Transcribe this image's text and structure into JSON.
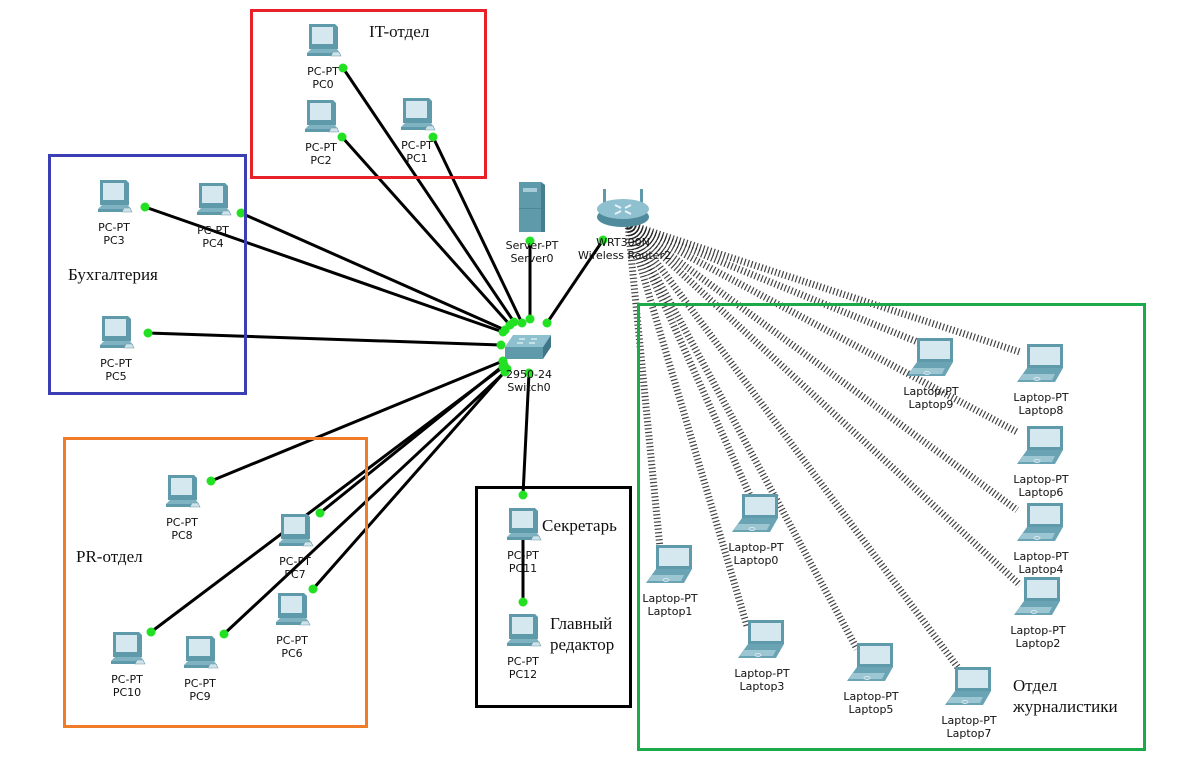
{
  "zones": [
    {
      "id": "it",
      "label": "IT-отдел",
      "color": "#e8202a"
    },
    {
      "id": "accounting",
      "label": "Бухгалтерия",
      "color": "#3b3fb3"
    },
    {
      "id": "pr",
      "label": "PR-отдел",
      "color": "#f07c2a"
    },
    {
      "id": "secretary",
      "label_secretary": "Секретарь",
      "label_editor": "Главный\nредактор",
      "color": "#000000"
    },
    {
      "id": "journalism",
      "label": "Отдел\nжурналистики",
      "color": "#1aaa4a"
    }
  ],
  "devices": {
    "pc0": {
      "model": "PC-PT",
      "name": "PC0"
    },
    "pc1": {
      "model": "PC-PT",
      "name": "PC1"
    },
    "pc2": {
      "model": "PC-PT",
      "name": "PC2"
    },
    "pc3": {
      "model": "PC-PT",
      "name": "PC3"
    },
    "pc4": {
      "model": "PC-PT",
      "name": "PC4"
    },
    "pc5": {
      "model": "PC-PT",
      "name": "PC5"
    },
    "pc6": {
      "model": "PC-PT",
      "name": "PC6"
    },
    "pc7": {
      "model": "PC-PT",
      "name": "PC7"
    },
    "pc8": {
      "model": "PC-PT",
      "name": "PC8"
    },
    "pc9": {
      "model": "PC-PT",
      "name": "PC9"
    },
    "pc10": {
      "model": "PC-PT",
      "name": "PC10"
    },
    "pc11": {
      "model": "PC-PT",
      "name": "PC11"
    },
    "pc12": {
      "model": "PC-PT",
      "name": "PC12"
    },
    "server0": {
      "model": "Server-PT",
      "name": "Server0"
    },
    "router2": {
      "model": "WRT300N",
      "name": "Wireless Router2"
    },
    "switch0": {
      "model": "2950-24",
      "name": "Switch0"
    },
    "laptop0": {
      "model": "Laptop-PT",
      "name": "Laptop0"
    },
    "laptop1": {
      "model": "Laptop-PT",
      "name": "Laptop1"
    },
    "laptop2": {
      "model": "Laptop-PT",
      "name": "Laptop2"
    },
    "laptop3": {
      "model": "Laptop-PT",
      "name": "Laptop3"
    },
    "laptop4": {
      "model": "Laptop-PT",
      "name": "Laptop4"
    },
    "laptop5": {
      "model": "Laptop-PT",
      "name": "Laptop5"
    },
    "laptop6": {
      "model": "Laptop-PT",
      "name": "Laptop6"
    },
    "laptop7": {
      "model": "Laptop-PT",
      "name": "Laptop7"
    },
    "laptop8": {
      "model": "Laptop-PT",
      "name": "Laptop8"
    },
    "laptop9": {
      "model": "Laptop-PT",
      "name": "Laptop9"
    }
  },
  "wired_links": [
    [
      "switch0",
      "pc0"
    ],
    [
      "switch0",
      "pc1"
    ],
    [
      "switch0",
      "pc2"
    ],
    [
      "switch0",
      "pc3"
    ],
    [
      "switch0",
      "pc4"
    ],
    [
      "switch0",
      "pc5"
    ],
    [
      "switch0",
      "pc6"
    ],
    [
      "switch0",
      "pc7"
    ],
    [
      "switch0",
      "pc8"
    ],
    [
      "switch0",
      "pc9"
    ],
    [
      "switch0",
      "pc10"
    ],
    [
      "switch0",
      "pc11"
    ],
    [
      "pc11",
      "pc12"
    ],
    [
      "switch0",
      "server0"
    ],
    [
      "switch0",
      "router2"
    ]
  ],
  "wireless_links": [
    [
      "router2",
      "laptop0"
    ],
    [
      "router2",
      "laptop1"
    ],
    [
      "router2",
      "laptop2"
    ],
    [
      "router2",
      "laptop3"
    ],
    [
      "router2",
      "laptop4"
    ],
    [
      "router2",
      "laptop5"
    ],
    [
      "router2",
      "laptop6"
    ],
    [
      "router2",
      "laptop7"
    ],
    [
      "router2",
      "laptop8"
    ],
    [
      "router2",
      "laptop9"
    ]
  ],
  "colors": {
    "link": "#000000",
    "link_up": "#22e022",
    "device_body": "#5f9aab",
    "device_screen": "#d6e8ef"
  }
}
